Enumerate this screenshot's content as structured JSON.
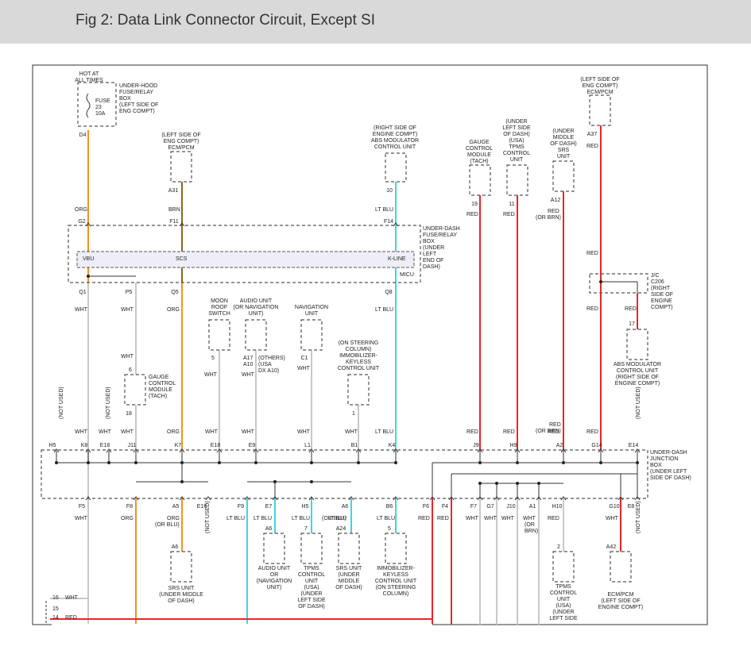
{
  "title": "Fig 2: Data Link Connector Circuit, Except SI",
  "colors": {
    "org": "#f0941e",
    "red": "#e8262a",
    "wht": "#c8c8c8",
    "ltblu": "#3fd4e6",
    "brn": "#8a6a1e",
    "border": "#555555",
    "box_fill": "#eeeef8"
  },
  "top": {
    "fuse": {
      "hot": [
        "HOT AT",
        "ALL TIMES"
      ],
      "label": [
        "FUSE",
        "23",
        "10A"
      ],
      "box": [
        "UNDER-HOOD",
        "FUSE/RELAY",
        "BOX",
        "(LEFT SIDE OF",
        "ENG COMPT)"
      ],
      "pin": "D4",
      "color": "ORG",
      "pin2": "G2"
    },
    "ecm_left": {
      "box": [
        "(LEFT SIDE OF",
        "ENG COMPT)",
        "ECM/PCM"
      ],
      "pin": "A31",
      "color": "BRN",
      "pin2": "F11"
    },
    "abs": {
      "box": [
        "(RIGHT SIDE OF",
        "ENGINE COMPT)",
        "ABS MODULATOR",
        "CONTROL UNIT"
      ],
      "pin": "10",
      "color": "LT BLU",
      "pin2": "F14"
    },
    "gauge": {
      "box": [
        "GAUGE",
        "CONTROL",
        "MODULE",
        "(TACH)"
      ],
      "pin": "19",
      "color": "RED"
    },
    "tpms_top": {
      "box": [
        "(UNDER",
        "LEFT SIDE",
        "OF DASH)",
        "(USA)",
        "TPMS",
        "CONTROL",
        "UNIT"
      ],
      "pin": "11",
      "color": "RED"
    },
    "srs_top": {
      "box": [
        "(UNDER",
        "MIDDLE",
        "OF DASH)",
        "SRS",
        "UNIT"
      ],
      "pin": "A12",
      "color": "RED",
      "color2": "(OR BRN)"
    },
    "ecm_right": {
      "box": [
        "(LEFT SIDE OF",
        "ENG COMPT)",
        "ECM/PCM"
      ],
      "pin": "A37",
      "color": "RED",
      "color2": "RED"
    }
  },
  "relay_box": {
    "label": [
      "UNDER-DASH",
      "FUSE/RELAY",
      "BOX",
      "(UNDER",
      "LEFT",
      "END OF",
      "DASH)"
    ],
    "vbu": "VBU",
    "scs": "SCS",
    "kline": "K-LINE",
    "micu": "MICU"
  },
  "mid": {
    "q1": "Q1",
    "p5": "P5",
    "q5": "Q5",
    "q8": "Q8",
    "wht1": "WHT",
    "wht2": "WHT",
    "org": "ORG",
    "ltblu": "LT BLU",
    "gauge2": {
      "wht": "WHT",
      "pin6": "6",
      "box": [
        "GAUGE",
        "CONTROL",
        "MODULE",
        "(TACH)"
      ],
      "pin18": "18"
    },
    "moon": {
      "box": [
        "MOON",
        "ROOF",
        "SWITCH"
      ],
      "pin": "5",
      "color": "WHT"
    },
    "audio": {
      "box": [
        "AUDIO UNIT",
        "(OR NAVIGATION",
        "UNIT)"
      ],
      "pins": [
        "A17",
        "A10"
      ],
      "others": [
        "(OTHERS)",
        "(USA",
        "DX A10)"
      ],
      "color": "WHT"
    },
    "nav": {
      "box": [
        "NAVIGATION",
        "UNIT"
      ],
      "pin": "C1",
      "color": "WHT"
    },
    "immob": {
      "box": [
        "(ON STEERING",
        "COLUMN)",
        "IMMOBILIZER-",
        "KEYLESS",
        "CONTROL UNIT"
      ],
      "pin": "1"
    },
    "jc": {
      "box": [
        "J/C",
        "C206",
        "(RIGHT",
        "SIDE OF",
        "ENGINE",
        "COMPT)"
      ],
      "red1": "RED",
      "red2": "RED",
      "red3": "RED",
      "pin": "17"
    },
    "abs2": {
      "box": [
        "ABS MODULATOR",
        "CONTROL UNIT",
        "(RIGHT SIDE OF",
        "ENGINE COMPT)"
      ]
    },
    "not_used": "(NOT USED)"
  },
  "junction": {
    "label": [
      "UNDER-DASH",
      "JUNCTION",
      "BOX",
      "(UNDER LEFT",
      "SIDE OF DASH)"
    ],
    "top_colors": [
      "WHT",
      "WHT",
      "WHT",
      "ORG",
      "WHT",
      "WHT",
      "WHT",
      "WHT",
      "LT BLU",
      "RED",
      "RED",
      "RED",
      "RED"
    ],
    "top_red_or_brn": "(OR BRN)",
    "top_pins": [
      "H5",
      "K8",
      "E18",
      "J11",
      "K7",
      "E18",
      "E9",
      "L1",
      "B1",
      "K4",
      "J9",
      "H9",
      "A2",
      "G14",
      "E14"
    ],
    "bottom_pins": [
      "F5",
      "F8",
      "A5",
      "E16",
      "F9",
      "E7",
      "H5",
      "A6",
      "B6",
      "F6",
      "F4",
      "F7",
      "G7",
      "J10",
      "A1",
      "H10",
      "G10",
      "E8"
    ],
    "bottom_colors": [
      "WHT",
      "ORG",
      "ORG",
      "LT BLU",
      "LT BLU",
      "LT BLU",
      "LT BLU",
      "LT BLU",
      "RED",
      "RED",
      "WHT",
      "WHT",
      "WHT",
      "WHT",
      "WHT",
      "RED"
    ],
    "or_blu": "(OR BLU)",
    "or_brn": [
      "(OR",
      "BRN)"
    ]
  },
  "bottom": {
    "srs": {
      "pin": "A6",
      "box": [
        "SRS UNIT",
        "(UNDER MIDDLE",
        "OF DASH)"
      ]
    },
    "audio2": {
      "pin": "A6",
      "box": [
        "AUDIO UNIT",
        "OR",
        "(NAVIGATION",
        "UNIT)"
      ]
    },
    "tpms2": {
      "pin": "7",
      "box": [
        "TPMS",
        "CONTROL",
        "UNIT",
        "(USA)",
        "(UNDER",
        "LEFT SIDE",
        "OF DASH)"
      ]
    },
    "srs2": {
      "pin": "A24",
      "box": [
        "SRS UNIT",
        "(UNDER",
        "MIDDLE",
        "OF DASH)"
      ]
    },
    "immob2": {
      "pin": "5",
      "box": [
        "IMMOBILIZER-",
        "KEYLESS",
        "CONTROL UNIT",
        "(ON STEERING",
        "COLUMN)"
      ]
    },
    "tpms3": {
      "pin": "2",
      "box": [
        "TPMS",
        "CONTROL",
        "UNIT",
        "(USA)",
        "(UNDER",
        "LEFT SIDE"
      ]
    },
    "ecm3": {
      "pin": "A42",
      "box": [
        "ECM/PCM",
        "(LEFT SIDE OF",
        "ENGINE COMPT)"
      ]
    },
    "dlc": {
      "p16": "16",
      "wht": "WHT",
      "p15": "15",
      "p14": "14",
      "red": "RED"
    }
  }
}
